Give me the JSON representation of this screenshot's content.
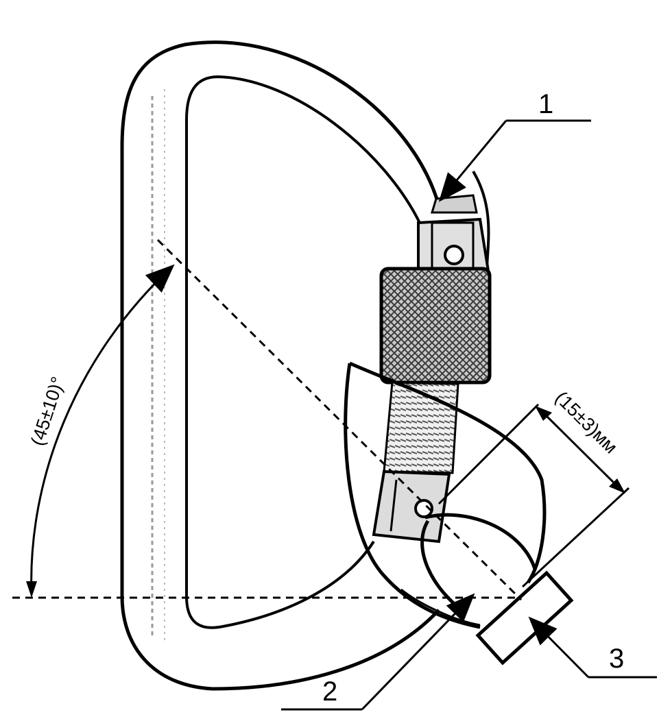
{
  "callouts": {
    "one": "1",
    "two": "2",
    "three": "3"
  },
  "dimensions": {
    "angle": "(45±10)°",
    "length": "(15±3)мм"
  }
}
